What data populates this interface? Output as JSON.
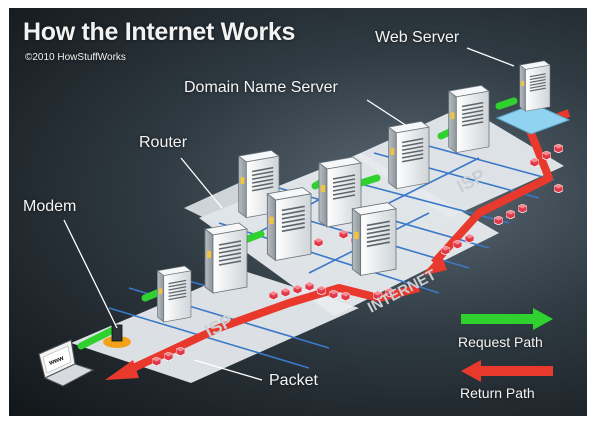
{
  "title": "How the Internet Works",
  "copyright": "©2010 HowStuffWorks",
  "labels": {
    "web_server": "Web Server",
    "dns": "Domain Name Server",
    "router": "Router",
    "modem": "Modem",
    "packet": "Packet"
  },
  "platform_labels": {
    "isp_top": "ISP",
    "isp_bottom": "ISP",
    "internet": "INTERNET"
  },
  "laptop_screen_text": "www",
  "legend": {
    "request": "Request Path",
    "return": "Return Path"
  },
  "colors": {
    "request": "#2fd12f",
    "return": "#e8392c",
    "packet": "#e03a4a",
    "platform": "#e6eaee",
    "server": "#eceef0",
    "web_server_base": "#8fd3f0"
  }
}
